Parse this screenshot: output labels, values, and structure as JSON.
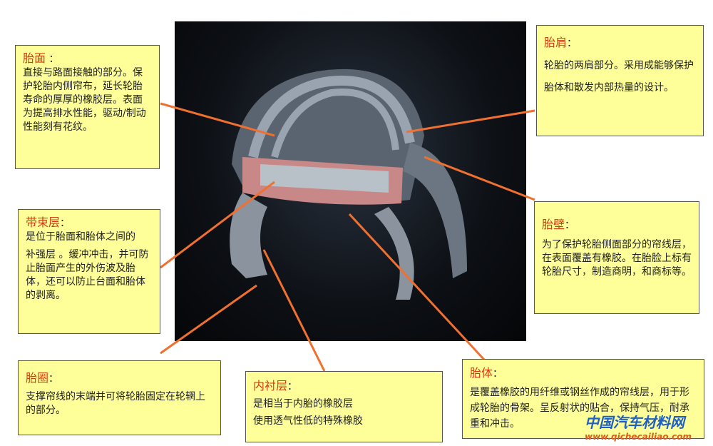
{
  "labels": [
    {
      "title": "胎面",
      "text": "直接与路面接触的部分。保护轮胎内侧帘布，延长轮胎寿命的厚厚的橡胶层。表面为提高排水性能，驱动/制动性能刻有花纹。"
    },
    {
      "title": "带束层",
      "text": "是位于胎面和胎体之间的",
      "text2": "补强层 。缓冲冲击，并可防止胎面产生的外伤波及胎体，还可以防止台面和胎体的剥离。"
    },
    {
      "title": "胎圈",
      "text": "支撑帘线的末端并可将轮胎固定在轮辋上的部分。"
    },
    {
      "title": "内衬层",
      "text": "是相当于内胎的橡胶层",
      "text2": "使用透气性低的特殊橡胶"
    },
    {
      "title": "胎体",
      "text": "是覆盖橡胶的用纤维或钢丝作成的帘线层，用于形成轮胎的骨架。呈反射状的贴合，保持气压，耐承重和冲击。"
    },
    {
      "title": "胎壁",
      "text": "为了保护轮胎侧面部分的帘线层，在表面覆盖有橡胶。在胎脸上标有轮胎尺寸，制造商明，和商标等。"
    },
    {
      "title": "胎肩",
      "text": "轮胎的两肩部分。采用成能够保护胎体和散发内部热量的设计。"
    }
  ],
  "colon": "：",
  "watermark": {
    "name": "中国汽车材料网",
    "url": "www.qichecailiao.com"
  },
  "colors": {
    "box": "#ffff99",
    "title": "#d43a10",
    "line": "#f07030"
  }
}
